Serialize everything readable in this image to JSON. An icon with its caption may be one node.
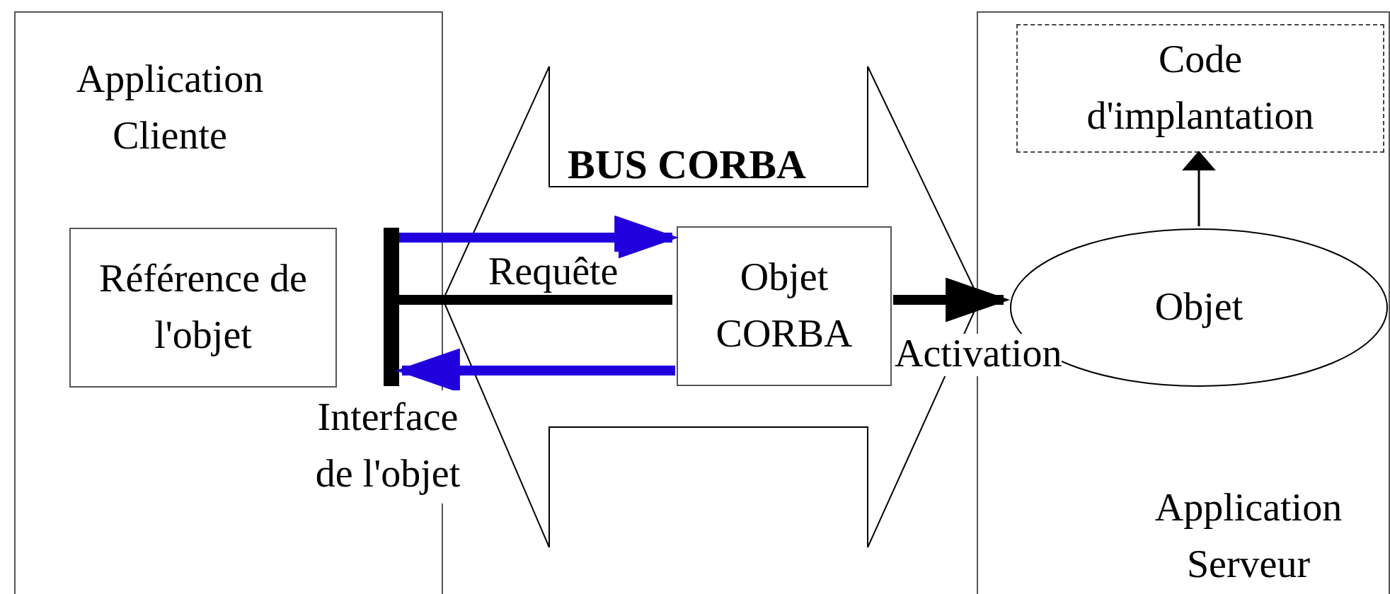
{
  "diagram": {
    "nodes": [
      {
        "text": [
          "Application Cliente"
        ]
      },
      {
        "text": [
          "Référence de l'objet"
        ],
        "in": 0
      },
      {
        "text": [],
        "shape": "bar",
        "beside": [
          "Interface de l'objet"
        ],
        "in": 0
      },
      {
        "text": [
          "BUS CORBA"
        ]
      },
      {
        "text": [
          "Objet CORBA"
        ],
        "in": 3
      },
      {
        "text": [
          "Application Serveur"
        ]
      },
      {
        "text": [
          "Code d'implantation"
        ],
        "in": 5
      },
      {
        "text": [
          "Objet"
        ],
        "in": 5
      }
    ],
    "edges": [
      {
        "from": 2,
        "to": 4,
        "arrow": "to",
        "label": "Requête",
        "color": "#2200dd"
      },
      {
        "from": 2,
        "to": 4,
        "arrow": "none"
      },
      {
        "from": 4,
        "to": 2,
        "arrow": "to",
        "color": "#2200dd"
      },
      {
        "from": 4,
        "to": 7,
        "arrow": "to",
        "label": "Activation"
      },
      {
        "from": 7,
        "to": 6,
        "arrow": "to"
      }
    ]
  }
}
